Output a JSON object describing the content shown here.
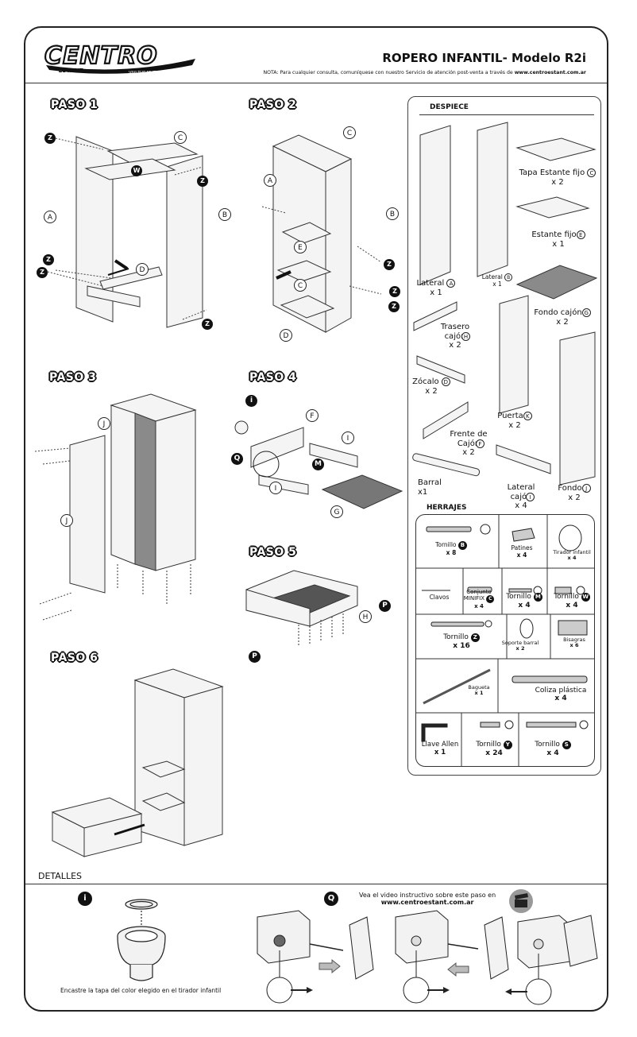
{
  "header": {
    "logo_text": "CENTRO",
    "logo_sub": "ESTANT",
    "logo_tagline": "VIVI TUS MUEBLES",
    "title": "ROPERO INFANTIL- Modelo R2i",
    "note_prefix": "NOTA: Para cualquier consulta, comuníquese con nuestro Servicio de atención post-venta a través de",
    "note_url": "www.centroestant.com.ar"
  },
  "steps": [
    "PASO 1",
    "PASO 2",
    "PASO 3",
    "PASO 4",
    "PASO 5",
    "PASO 6"
  ],
  "step_callouts": {
    "p1": [
      "Z",
      "C",
      "W",
      "Z",
      "A",
      "B",
      "Z",
      "D",
      "Z",
      "Z"
    ],
    "p2": [
      "C",
      "A",
      "B",
      "E",
      "Z",
      "C",
      "Z",
      "Z",
      "D"
    ],
    "p3": [
      "J",
      "J"
    ],
    "p4": [
      "i",
      "F",
      "I",
      "Q",
      "M",
      "I",
      "G"
    ],
    "p5": [
      "P",
      "H",
      "P"
    ]
  },
  "despiece": {
    "title": "DESPIECE",
    "items": [
      {
        "name": "Tapa Estante fijo",
        "code": "C",
        "qty": "x 2"
      },
      {
        "name": "Estante fijo",
        "code": "E",
        "qty": "x 1"
      },
      {
        "name": "Lateral",
        "code": "A",
        "qty": "x 1"
      },
      {
        "name": "Lateral",
        "code": "B",
        "qty": "x 1"
      },
      {
        "name": "Fondo cajón",
        "code": "G",
        "qty": "x 2"
      },
      {
        "name": "Trasero cajón",
        "code": "H",
        "qty": "x 2"
      },
      {
        "name": "Zócalo",
        "code": "D",
        "qty": "x 2"
      },
      {
        "name": "Puerta",
        "code": "K",
        "qty": "x 2"
      },
      {
        "name": "Frente de Cajón",
        "code": "F",
        "qty": "x 2"
      },
      {
        "name": "Barral",
        "code": "",
        "qty": "x1"
      },
      {
        "name": "Lateral cajón",
        "code": "I",
        "qty": "x 4"
      },
      {
        "name": "Fondo",
        "code": "J",
        "qty": "x 2"
      }
    ]
  },
  "herrajes": {
    "title": "HERRAJES",
    "items": [
      {
        "name": "Tornillo",
        "code": "B",
        "qty": "x 8"
      },
      {
        "name": "Patines",
        "code": "",
        "qty": "x 4"
      },
      {
        "name": "Tirador infantil",
        "code": "",
        "qty": "x 4"
      },
      {
        "name": "Clavos",
        "code": "",
        "qty": ""
      },
      {
        "name": "Conjunto MINIFIX",
        "code": "C",
        "qty": "x 4"
      },
      {
        "name": "Tornillo",
        "code": "M",
        "qty": "x 4"
      },
      {
        "name": "Tornillo",
        "code": "W",
        "qty": "x 4"
      },
      {
        "name": "Tornillo",
        "code": "Z",
        "qty": "x 16"
      },
      {
        "name": "Soporte barral",
        "code": "",
        "qty": "x 2"
      },
      {
        "name": "Bisagras",
        "code": "",
        "qty": "x 6"
      },
      {
        "name": "Bagueta",
        "code": "",
        "qty": "x 1"
      },
      {
        "name": "Coliza plástica",
        "code": "",
        "qty": "x 4"
      },
      {
        "name": "Llave Allen",
        "code": "",
        "qty": "x 1"
      },
      {
        "name": "Tornillo",
        "code": "Y",
        "qty": "x 24"
      },
      {
        "name": "Tornillo",
        "code": "S",
        "qty": "x 4"
      }
    ]
  },
  "detalles": {
    "title": "DETALLES",
    "i_badge": "i",
    "q_badge": "Q",
    "caption": "Encastre la tapa del color elegido en el tirador infantil",
    "video_text": "Vea el video instructivo sobre este paso en",
    "video_url": "www.centroestant.com.ar"
  }
}
